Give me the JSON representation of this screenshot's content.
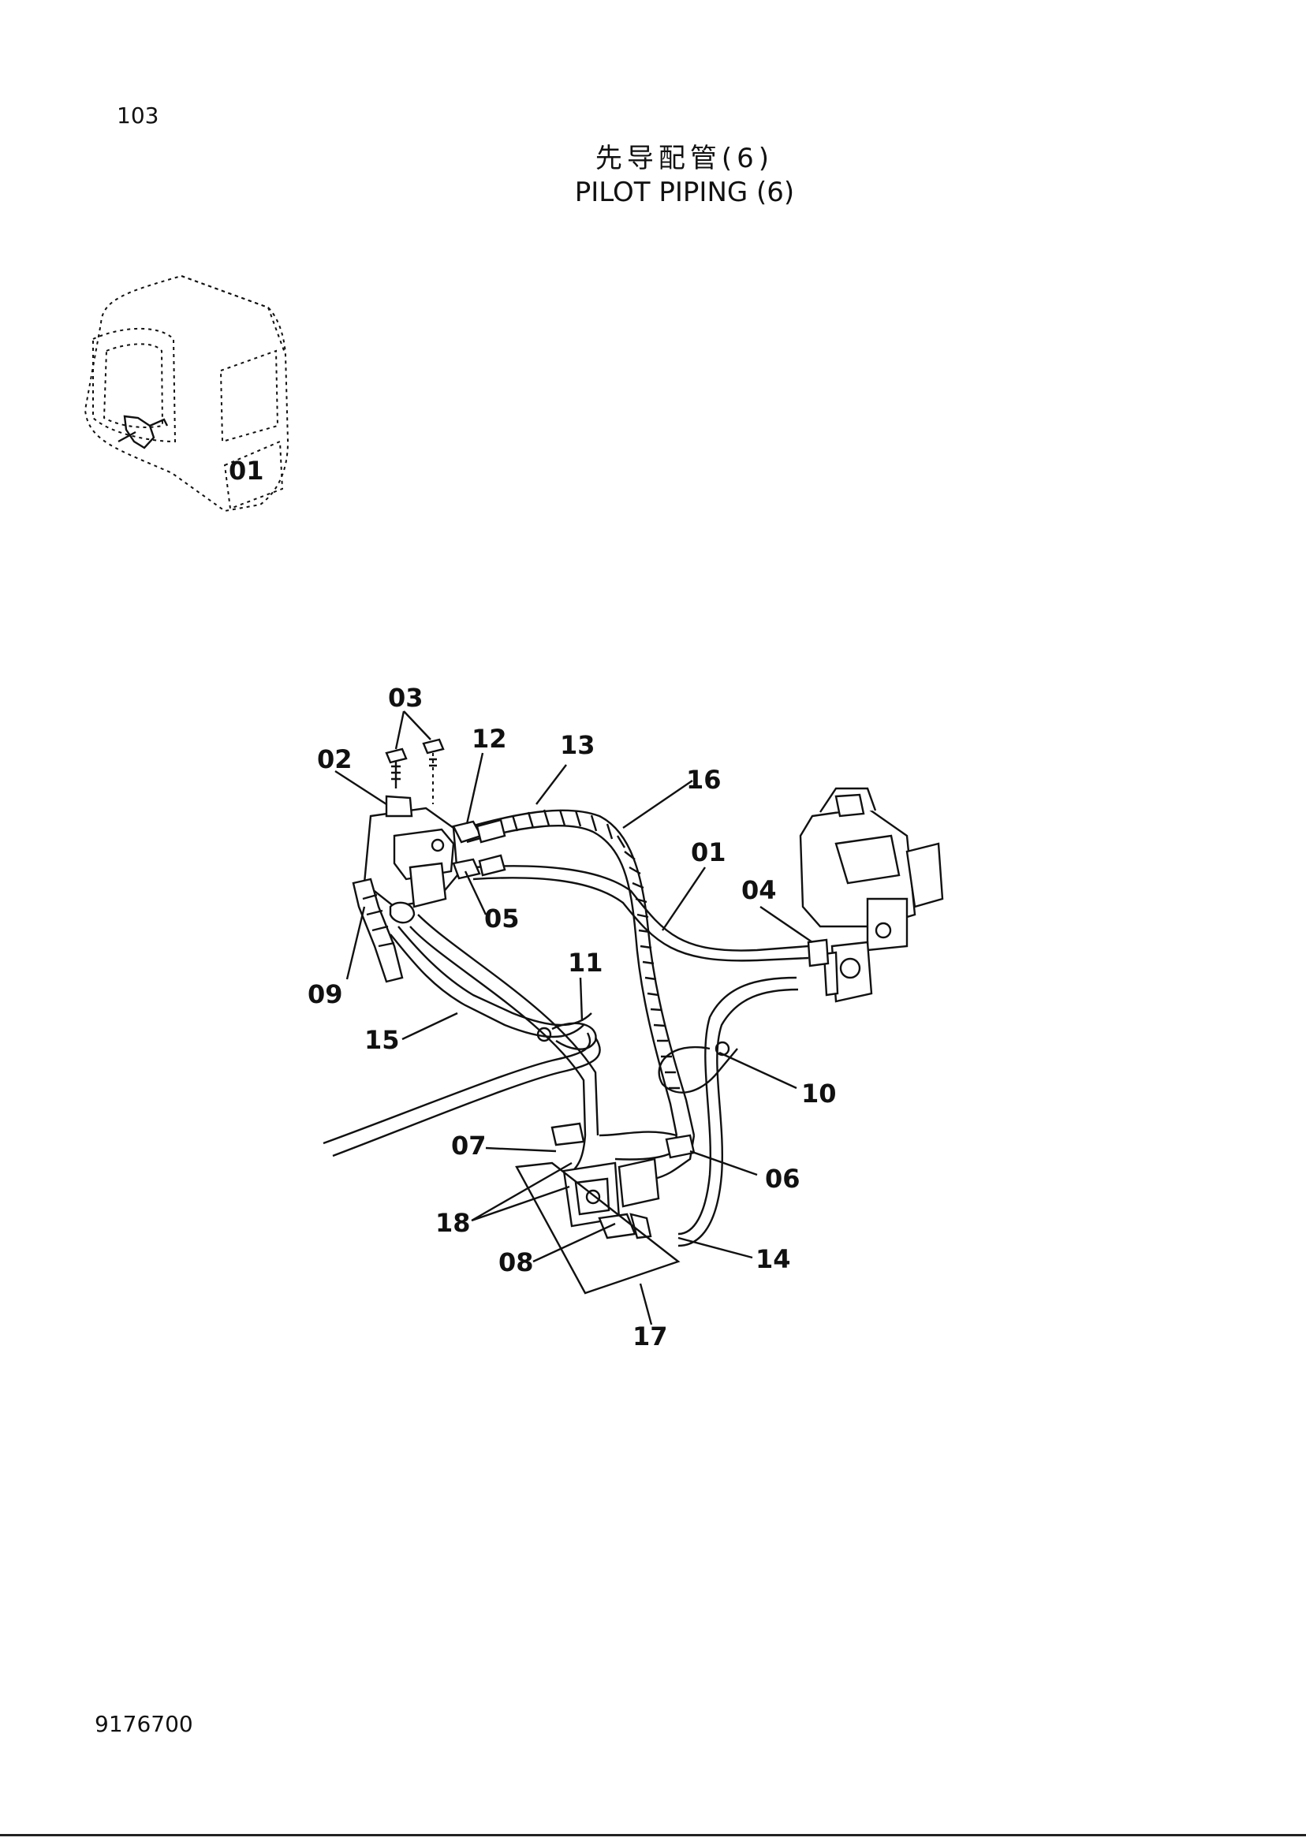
{
  "header": {
    "page_number": "103",
    "title_cn": "先导配管(6)",
    "title_en": "PILOT PIPING (6)"
  },
  "footer": {
    "doc_code": "9176700"
  },
  "diagram": {
    "cab_locator_label": "01",
    "callouts": [
      "03",
      "12",
      "13",
      "16",
      "02",
      "01",
      "04",
      "05",
      "09",
      "11",
      "15",
      "10",
      "07",
      "06",
      "18",
      "08",
      "14",
      "17"
    ]
  }
}
